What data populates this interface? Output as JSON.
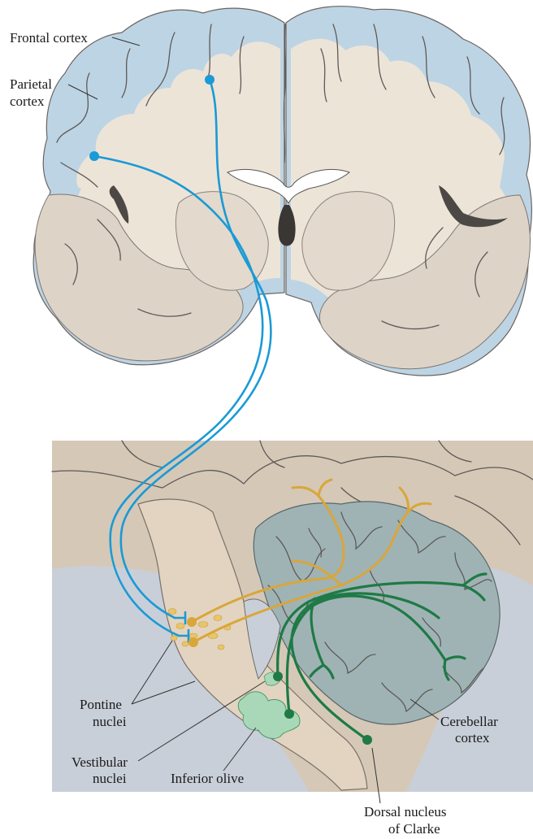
{
  "labels": {
    "frontal_cortex": "Frontal cortex",
    "parietal_line1": "Parietal",
    "parietal_line2": "cortex",
    "pontine_line1": "Pontine",
    "pontine_line2": "nuclei",
    "vestibular_line1": "Vestibular",
    "vestibular_line2": "nuclei",
    "inferior_olive": "Inferior olive",
    "cerebellar_line1": "Cerebellar",
    "cerebellar_line2": "cortex",
    "dorsal_line1": "Dorsal nucleus",
    "dorsal_line2": "of Clarke"
  },
  "colors": {
    "cortical_projection": "#1a9ad6",
    "pontine_vestibular_projection": "#d9a63a",
    "olivary_spinal_projection": "#1f7a45",
    "cortex_gray_matter": "#b9d3e4",
    "white_matter": "#ede5da",
    "cerebellum": "#9fb5b8",
    "brainstem": "#d6c7b4"
  },
  "icons": {
    "cerebrum_section": "coronal-brain-section-icon",
    "brainstem_section": "sagittal-brainstem-cerebellum-icon"
  }
}
